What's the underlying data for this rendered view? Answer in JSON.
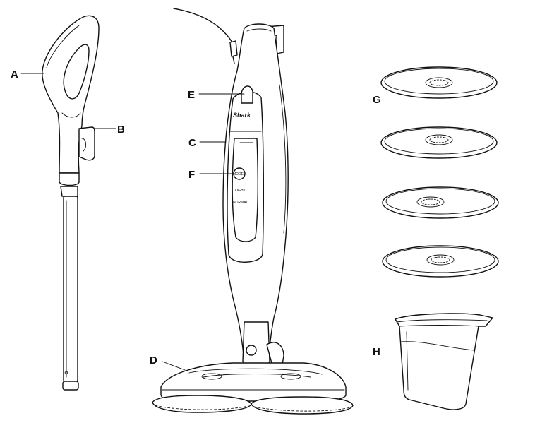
{
  "callouts": {
    "a": "A",
    "b": "B",
    "c": "C",
    "d": "D",
    "e": "E",
    "f": "F",
    "g": "G",
    "h": "H"
  },
  "mop": {
    "brand": "Shark",
    "controls": {
      "mode": "MODE",
      "light": "LIGHT",
      "normal": "NORMAL"
    }
  },
  "pad_count": 4
}
